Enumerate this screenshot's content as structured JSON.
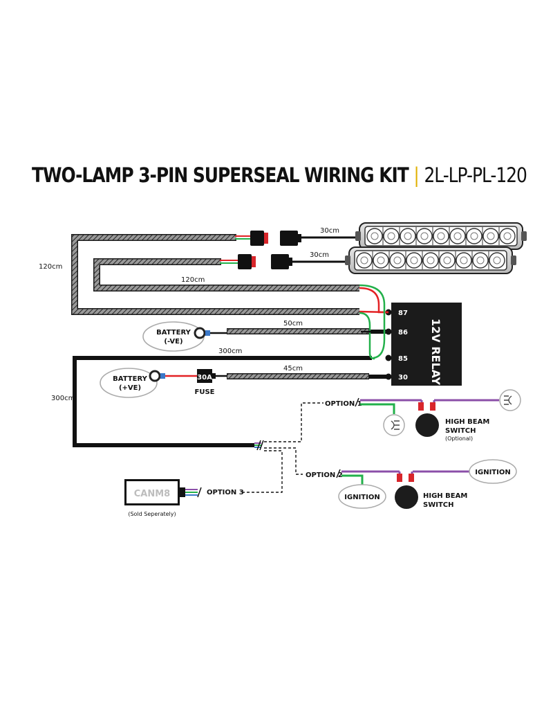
{
  "title": {
    "main": "TWO-LAMP 3-PIN SUPERSEAL WIRING KIT",
    "separator": "|",
    "code": "2L-LP-PL-120"
  },
  "lengths": {
    "upper_lamp_lead": "30cm",
    "lower_lamp_lead": "30cm",
    "outer_loom": "120cm",
    "inner_loom": "120cm",
    "battery_negative_lead": "50cm",
    "relay_85_lead": "300cm",
    "battery_positive_lead": "45cm",
    "switch_loom": "300cm"
  },
  "relay": {
    "label": "12V RELAY",
    "pins": [
      "87",
      "86",
      "85",
      "30"
    ]
  },
  "battery_negative": {
    "line1": "BATTERY",
    "line2": "(-VE)"
  },
  "battery_positive": {
    "line1": "BATTERY",
    "line2": "(+VE)"
  },
  "fuse": {
    "rating": "30A",
    "label": "FUSE"
  },
  "options": {
    "option1": "OPTION 1",
    "option2": "OPTION 2",
    "option3": "OPTION 3"
  },
  "switch1": {
    "line1": "HIGH BEAM",
    "line2": "SWITCH",
    "note": "(Optional)"
  },
  "switch2": {
    "line1": "HIGH BEAM",
    "line2": "SWITCH"
  },
  "ignition_left": "IGNITION",
  "ignition_right": "IGNITION",
  "canm8": {
    "label": "CANM8",
    "note": "(Sold Seperately)"
  },
  "colors": {
    "wire_green": "#22b04a",
    "wire_red": "#e32124",
    "wire_purple": "#8b4fa8",
    "accent_yellow": "#e0b100",
    "connector_red": "#d8262b",
    "terminal_blue": "#3a78c8"
  }
}
